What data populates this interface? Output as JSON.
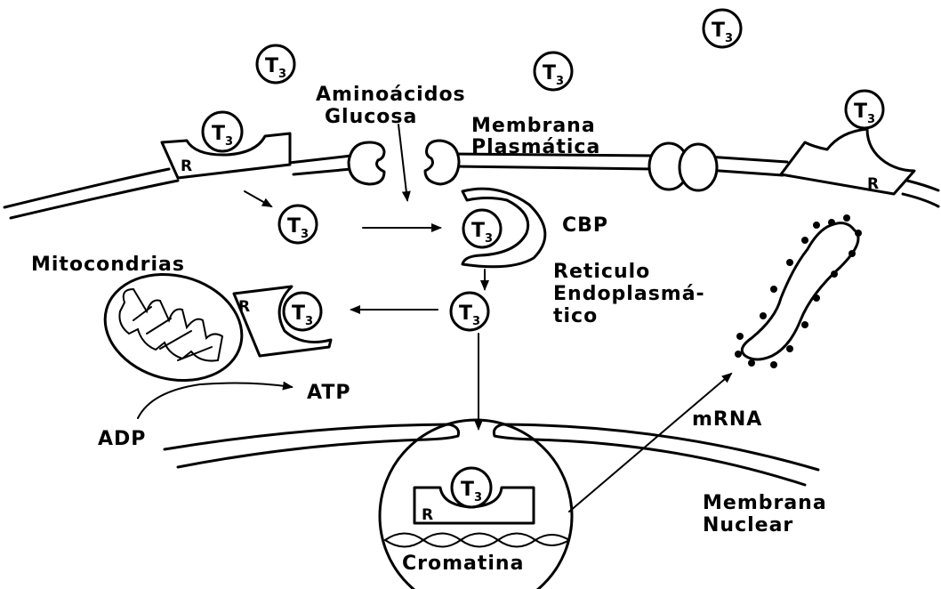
{
  "hormone": {
    "symbol": "T",
    "subscript": "3"
  },
  "receptor_label": "R",
  "labels": {
    "aminoacids": "Aminoácidos",
    "glucose": "Glucosa",
    "plasma_membrane_1": "Membrana",
    "plasma_membrane_2": "Plasmática",
    "cbp": "CBP",
    "er_1": "Reticulo",
    "er_2": "Endoplasmá-",
    "er_3": "tico",
    "mitochondria": "Mitocondrias",
    "atp": "ATP",
    "adp": "ADP",
    "mrna": "mRNA",
    "nuclear_membrane_1": "Membrana",
    "nuclear_membrane_2": "Nuclear",
    "chromatin": "Cromatina"
  },
  "colors": {
    "ink": "#000000",
    "background": "#ffffff"
  }
}
